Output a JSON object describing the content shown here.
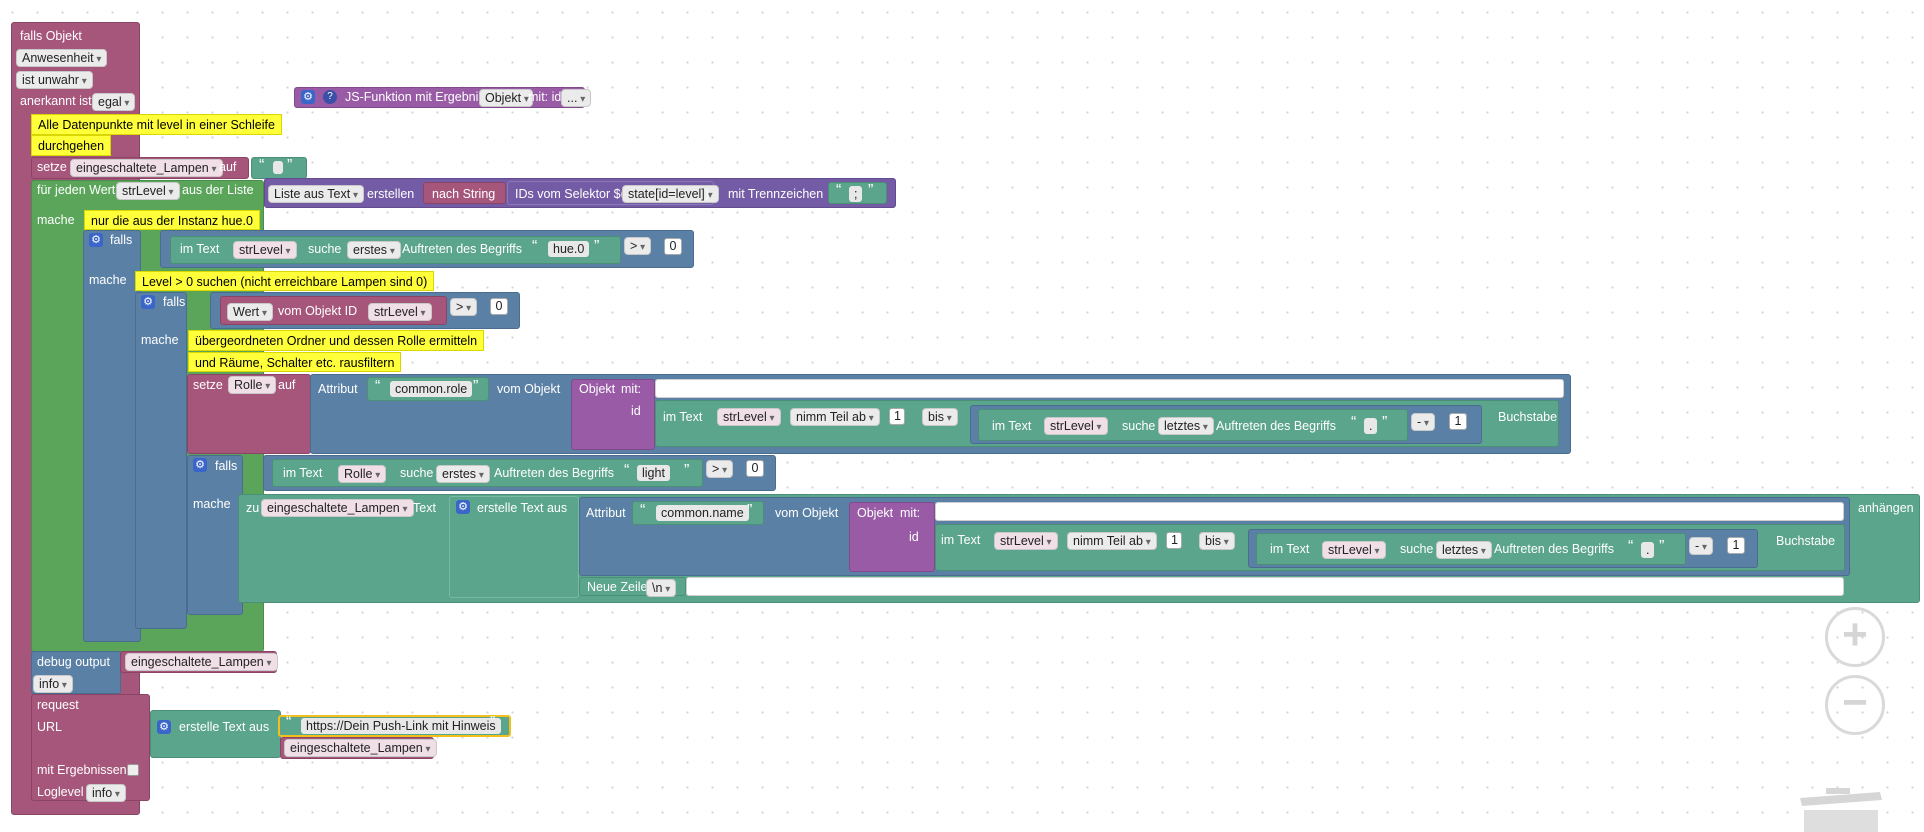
{
  "trigger": {
    "title": "falls Objekt",
    "object_name": "Anwesenheit",
    "condition": "ist unwahr",
    "ack_label": "anerkannt ist",
    "ack_value": "egal"
  },
  "js_function": {
    "label": "JS-Funktion mit Ergebnis",
    "type": "Objekt",
    "mit_label": "mit: id",
    "more": "..."
  },
  "comments": {
    "c1_line1": "Alle Datenpunkte mit level in einer Schleife",
    "c1_line2": "durchgehen",
    "c2": "nur die aus der Instanz hue.0",
    "c3": "Level > 0 suchen (nicht erreichbare Lampen sind 0)",
    "c4_line1": "übergeordneten Ordner und dessen Rolle ermitteln",
    "c4_line2": "und Räume, Schalter etc. rausfiltern"
  },
  "set1": {
    "setze": "setze",
    "var": "eingeschaltete_Lampen",
    "auf": "auf"
  },
  "loop": {
    "for_each": "für jeden Wert",
    "var": "strLevel",
    "from_list": "aus der Liste",
    "do": "mache",
    "list_mode": "Liste aus Text",
    "create": "erstellen",
    "by_string": "nach String",
    "ids_selector": "IDs vom Selektor $(",
    "selector": "state[id=level]",
    "close": ")",
    "delimiter_label": "mit Trennzeichen",
    "delimiter": ";"
  },
  "if1": {
    "falls": "falls",
    "mache": "mache",
    "in_text": "im Text",
    "var": "strLevel",
    "find": "suche",
    "mode": "erstes",
    "occurrence": "Auftreten des Begriffs",
    "term": "hue.0",
    "op": ">",
    "value": "0"
  },
  "if2": {
    "falls": "falls",
    "mache": "mache",
    "prop": "Wert",
    "from_obj": "vom Objekt ID",
    "var": "strLevel",
    "op": ">",
    "value": "0"
  },
  "set2": {
    "setze": "setze",
    "var": "Rolle",
    "auf": "auf",
    "attr_label": "Attribut",
    "attr": "common.role",
    "from_obj": "vom Objekt",
    "obj_label": "Objekt",
    "mit": "mit:",
    "id": "id",
    "in_text": "im Text",
    "var2": "strLevel",
    "take": "nimm Teil ab",
    "from_index": "1",
    "to": "bis",
    "in_text2": "im Text",
    "var3": "strLevel",
    "find": "suche",
    "mode": "letztes",
    "occurrence": "Auftreten des Begriffs",
    "term": ".",
    "minus": "-",
    "minus_val": "1",
    "letter": "Buchstabe"
  },
  "if3": {
    "falls": "falls",
    "mache": "mache",
    "in_text": "im Text",
    "var": "Rolle",
    "find": "suche",
    "mode": "erstes",
    "occurrence": "Auftreten des Begriffs",
    "term": "light",
    "op": ">",
    "value": "0"
  },
  "append": {
    "zu": "zu",
    "var": "eingeschaltete_Lampen",
    "text": "Text",
    "create_text": "erstelle Text aus",
    "append": "anhängen",
    "attr_label": "Attribut",
    "attr": "common.name",
    "from_obj": "vom Objekt",
    "obj_label": "Objekt",
    "mit": "mit:",
    "id": "id",
    "in_text": "im Text",
    "var2": "strLevel",
    "take": "nimm Teil ab",
    "from_index": "1",
    "to": "bis",
    "in_text2": "im Text",
    "var3": "strLevel",
    "find": "suche",
    "mode": "letztes",
    "occurrence": "Auftreten des Begriffs",
    "term": ".",
    "minus": "-",
    "minus_val": "1",
    "letter": "Buchstabe",
    "newline_label": "Neue Zeile",
    "newline": "\\n"
  },
  "debug": {
    "label": "debug output",
    "var": "eingeschaltete_Lampen",
    "level": "info"
  },
  "request": {
    "label": "request",
    "url_label": "URL",
    "create_text": "erstelle Text aus",
    "url": "https://Dein Push-Link mit Hinweis",
    "var": "eingeschaltete_Lampen",
    "results_label": "mit Ergebnissen",
    "loglevel_label": "Loglevel",
    "loglevel": "info"
  },
  "quotes": {
    "open": "“",
    "close": "”"
  },
  "icons": {
    "gear": "⚙",
    "help": "?",
    "zoom_in": "+",
    "zoom_out": "−"
  },
  "colors": {
    "event": "#a5567a",
    "loop": "#5ba55b",
    "logic": "#5b80a5",
    "text": "#5ba58c",
    "list": "#745ba5",
    "function": "#995ba6",
    "comment": "#ffff3a"
  }
}
